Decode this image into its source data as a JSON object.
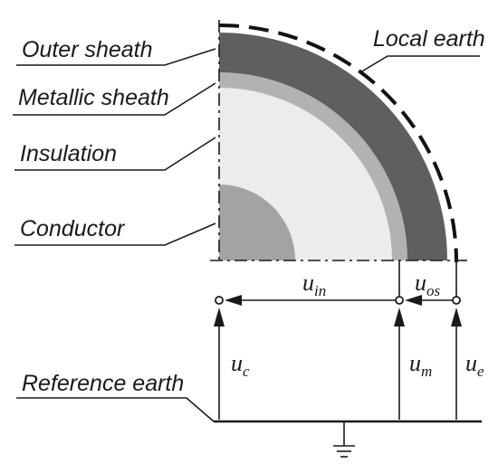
{
  "labels": {
    "outer_sheath": "Outer sheath",
    "metallic_sheath": "Metallic sheath",
    "insulation": "Insulation",
    "conductor": "Conductor",
    "local_earth": "Local earth",
    "reference_earth": "Reference earth"
  },
  "voltages": {
    "u_in": {
      "base": "u",
      "sub": "in"
    },
    "u_os": {
      "base": "u",
      "sub": "os"
    },
    "u_c": {
      "base": "u",
      "sub": "c"
    },
    "u_m": {
      "base": "u",
      "sub": "m"
    },
    "u_e": {
      "base": "u",
      "sub": "e"
    }
  },
  "colors": {
    "outer_sheath": "#5f5f5f",
    "metallic_sheath": "#b2b2b2",
    "insulation": "#ececec",
    "conductor": "#a3a3a3",
    "line": "#1a1a1a"
  }
}
